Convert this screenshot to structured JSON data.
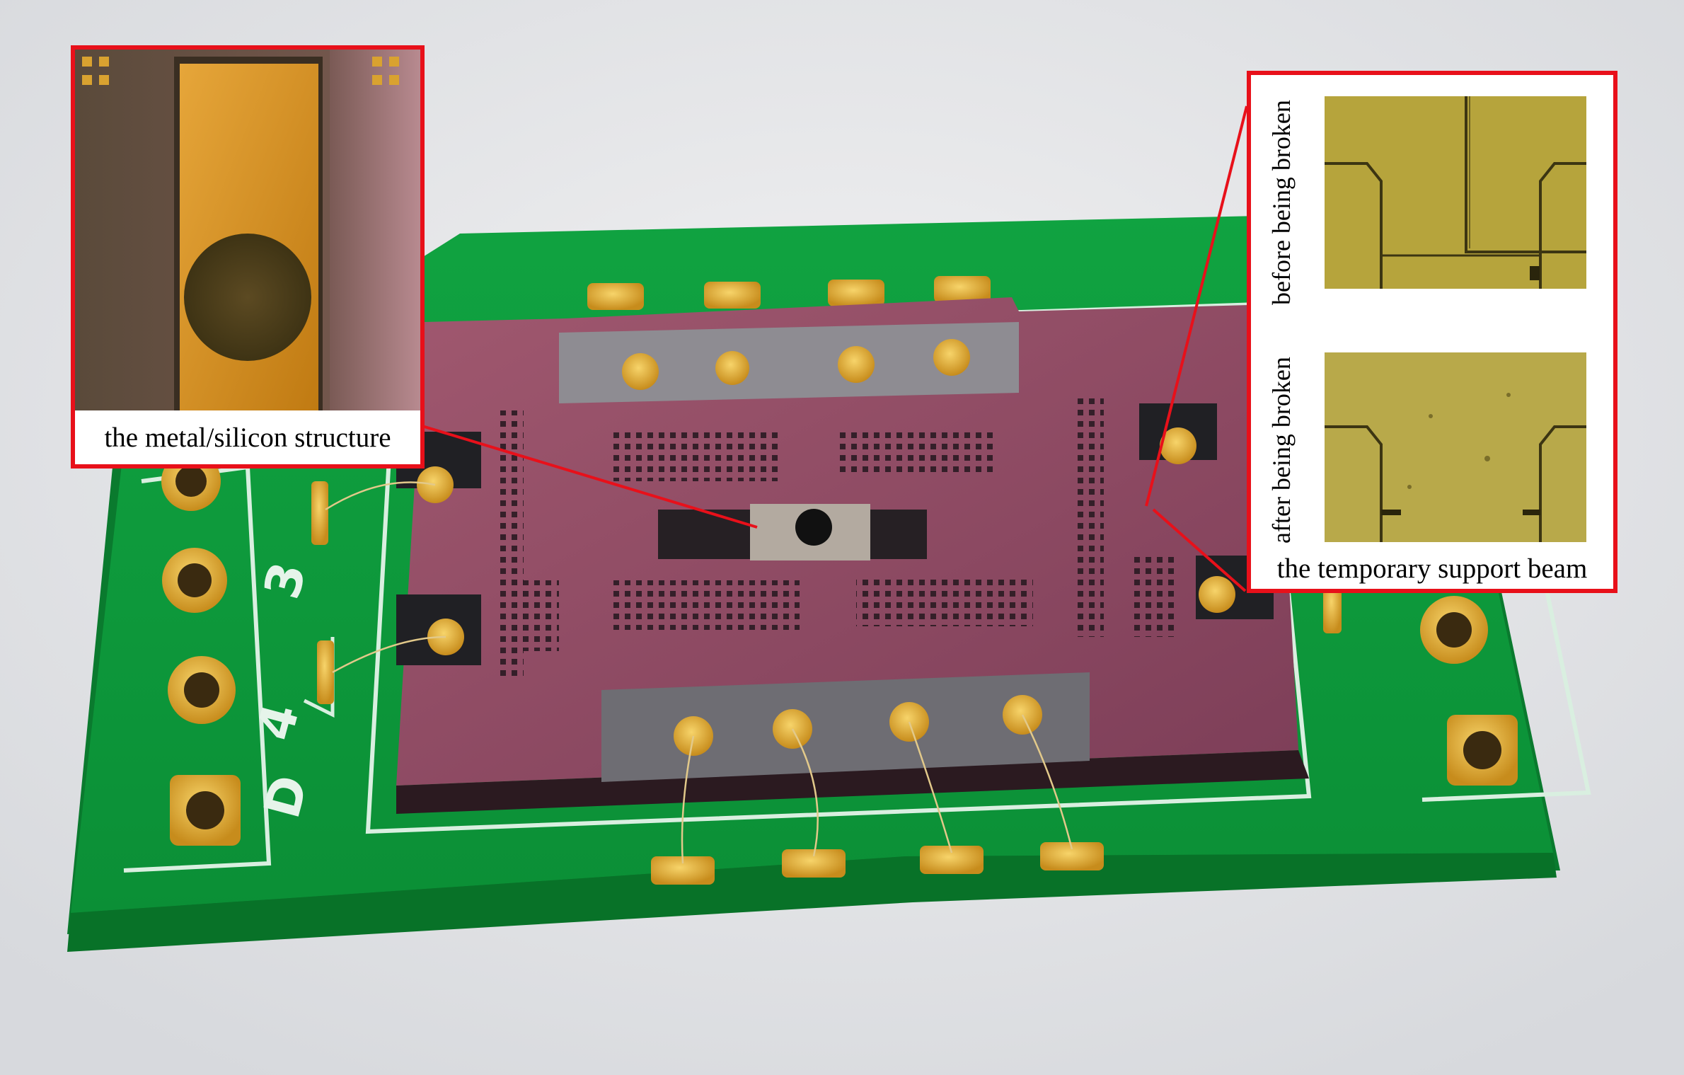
{
  "figure": {
    "inset_left_caption": "the metal/silicon structure",
    "inset_right_caption": "the temporary support beam",
    "label_before": "before being broken",
    "label_after": "after being broken",
    "pcb_silkscreen_labels": [
      "3",
      "4",
      "D"
    ]
  },
  "colors": {
    "callout_red": "#e8101a",
    "pcb_green": "#0f9a3a",
    "die_purple": "#8d4a63",
    "gold": "#d9a22a",
    "microscope_yellow": "#b7a13a"
  }
}
